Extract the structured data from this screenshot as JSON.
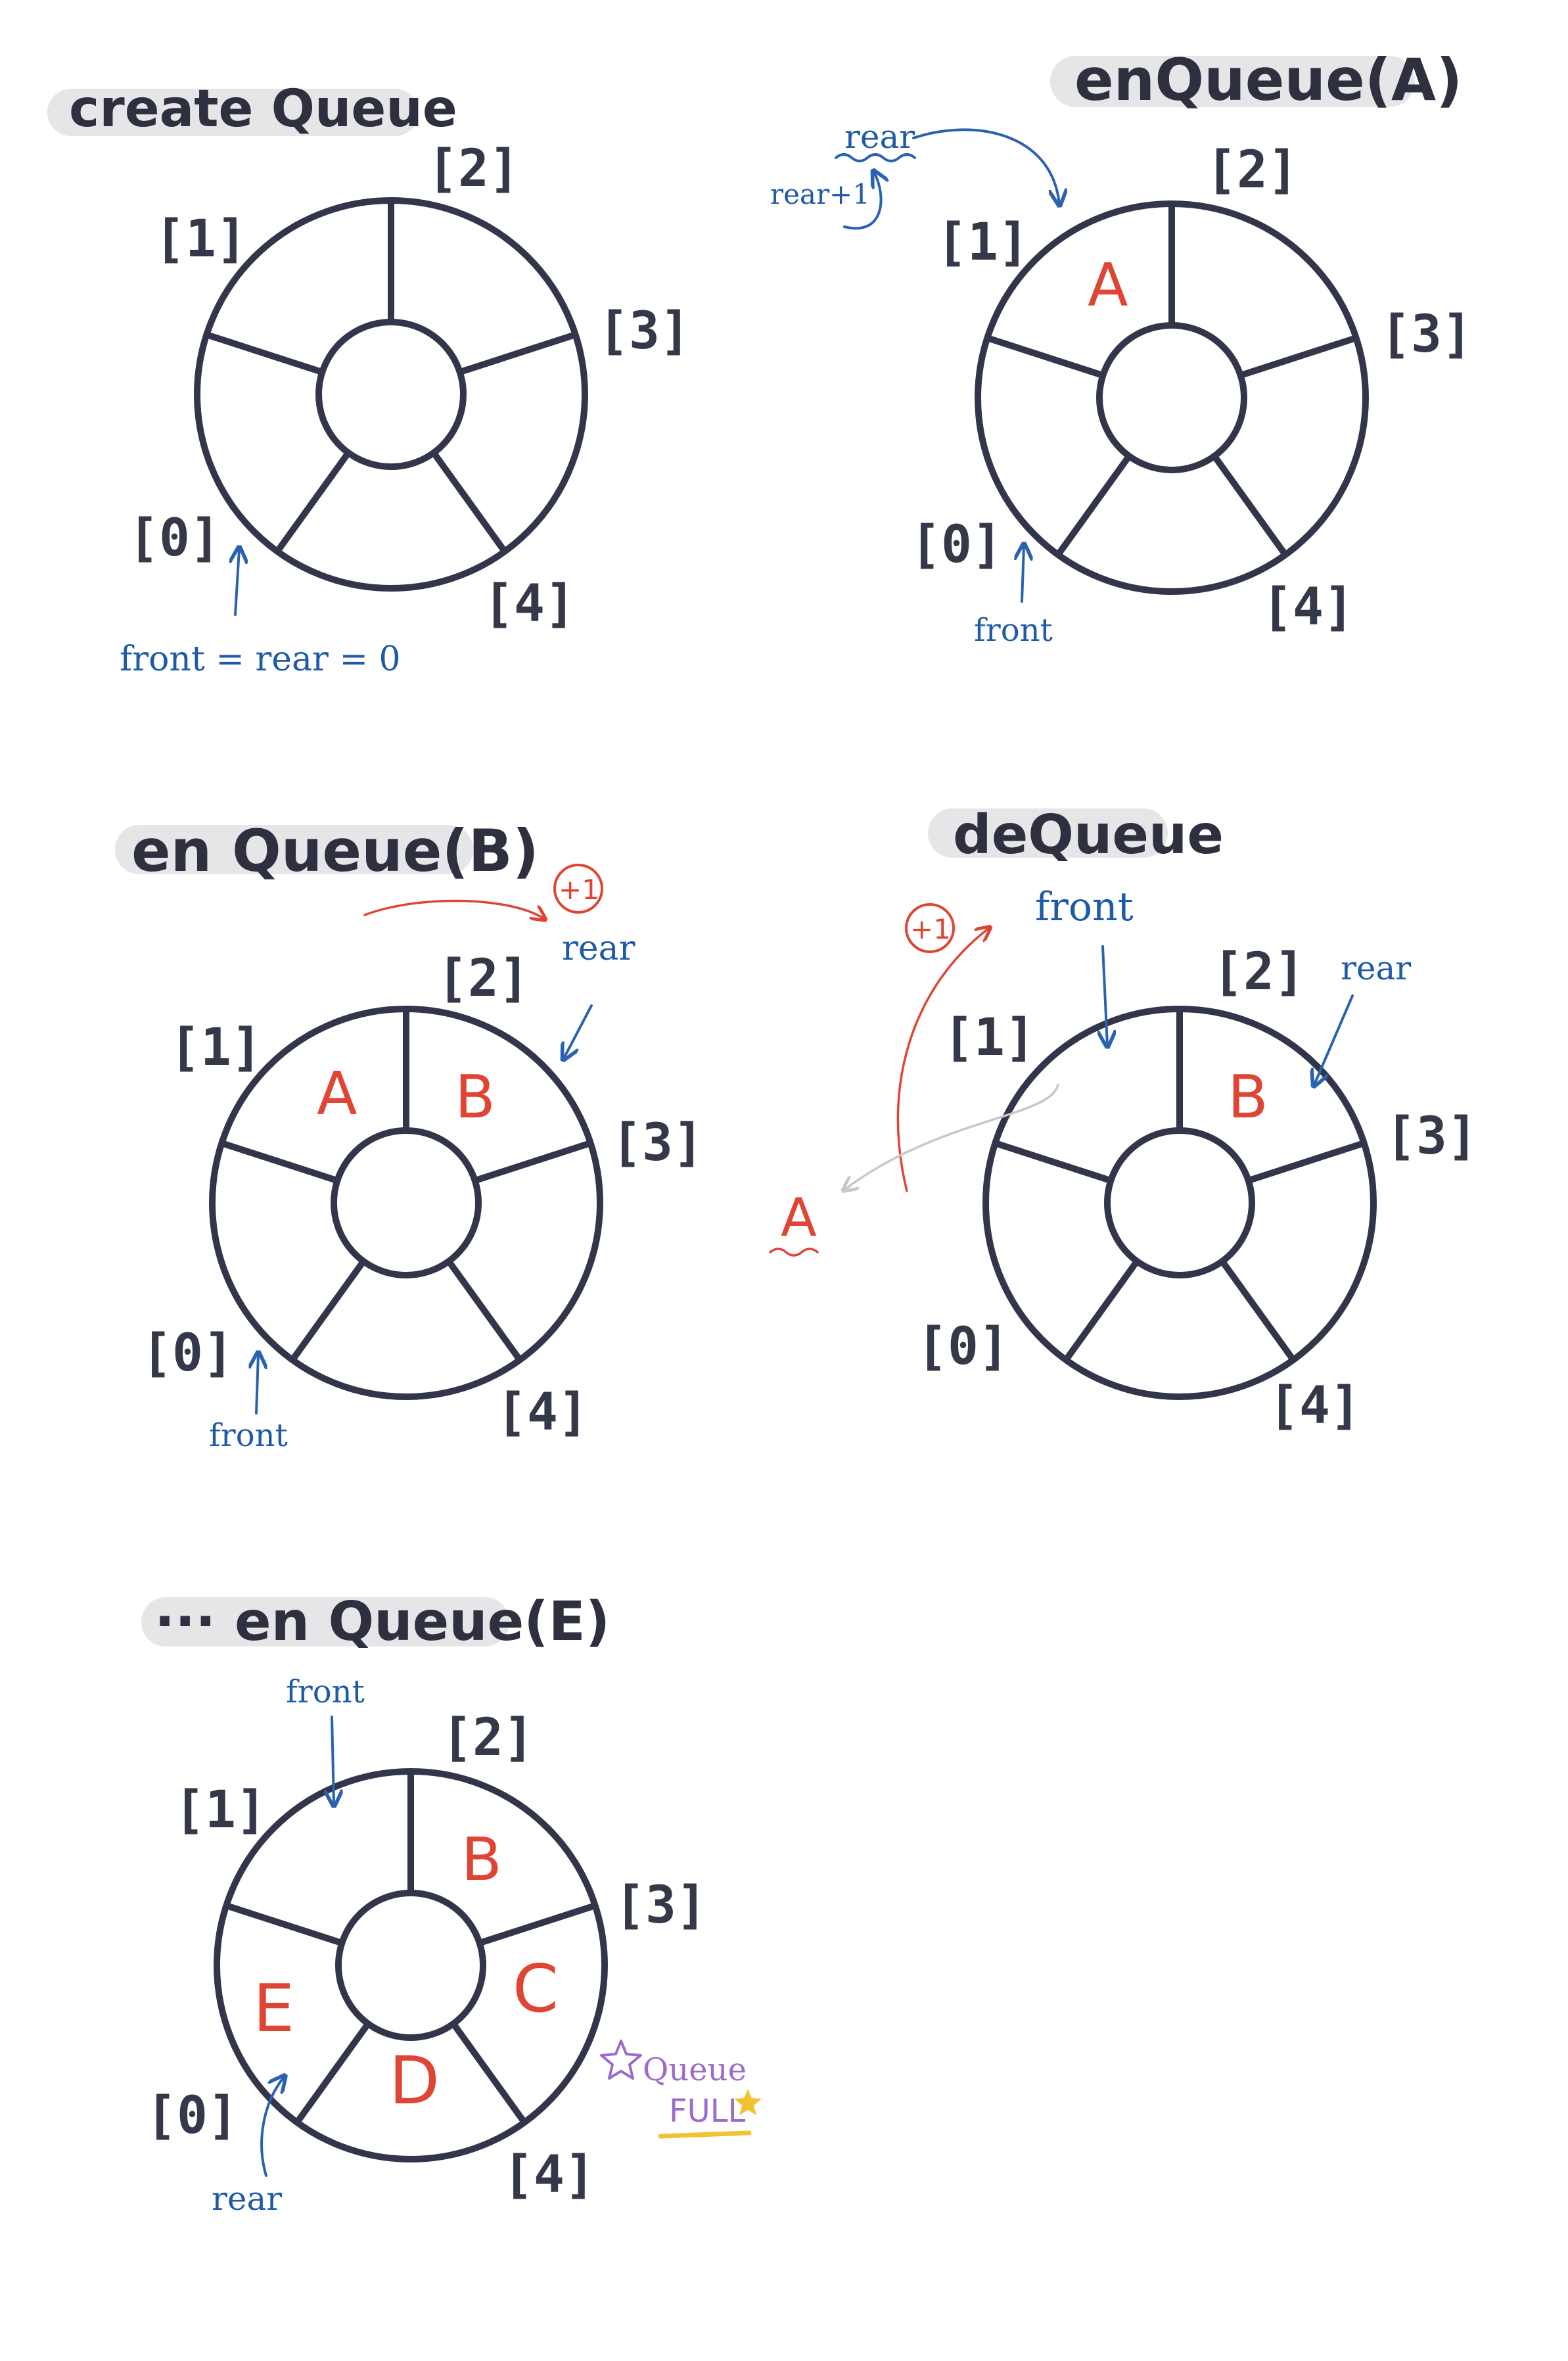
{
  "panels": [
    {
      "id": "create",
      "title": "create Queue",
      "indices": [
        "[0]",
        "[1]",
        "[2]",
        "[3]",
        "[4]"
      ],
      "cells": [
        "",
        "",
        "",
        "",
        ""
      ],
      "annotations": {
        "pointer_label": "front = rear = 0"
      }
    },
    {
      "id": "enqueue-a",
      "title": "enQueue(A)",
      "indices": [
        "[0]",
        "[1]",
        "[2]",
        "[3]",
        "[4]"
      ],
      "cells": [
        "",
        "A",
        "",
        "",
        ""
      ],
      "annotations": {
        "rear_label": "rear",
        "rear_plus_label": "rear+1",
        "front_label": "front"
      }
    },
    {
      "id": "enqueue-b",
      "title": "en Queue(B)",
      "indices": [
        "[0]",
        "[1]",
        "[2]",
        "[3]",
        "[4]"
      ],
      "cells": [
        "",
        "A",
        "B",
        "",
        ""
      ],
      "annotations": {
        "plus_one": "+1",
        "rear_label": "rear",
        "front_label": "front"
      }
    },
    {
      "id": "dequeue",
      "title": "deQueue",
      "indices": [
        "[0]",
        "[1]",
        "[2]",
        "[3]",
        "[4]"
      ],
      "cells": [
        "",
        "",
        "B",
        "",
        ""
      ],
      "annotations": {
        "plus_one": "+1",
        "front_label": "front",
        "rear_label": "rear",
        "removed_label": "A"
      }
    },
    {
      "id": "enqueue-e",
      "title": "··· en Queue(E)",
      "indices": [
        "[0]",
        "[1]",
        "[2]",
        "[3]",
        "[4]"
      ],
      "cells": [
        "E",
        "",
        "B",
        "C",
        "D"
      ],
      "annotations": {
        "front_label": "front",
        "rear_label": "rear",
        "full_line1": "Queue",
        "full_line2": "FULL"
      }
    }
  ],
  "colors": {
    "ink": "#33364a",
    "annotation_blue": "#1f5aa6",
    "annotation_red": "#e04434",
    "title_highlight": "#e6e6e8",
    "full_purple": "#9b6cc9",
    "star_yellow": "#f2c230",
    "removed_arrow_grey": "#c8c8cc"
  }
}
